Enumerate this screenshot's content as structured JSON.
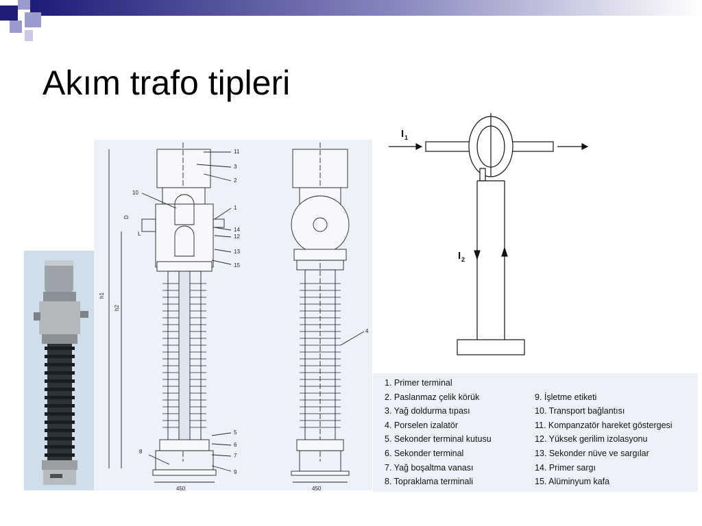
{
  "slide": {
    "title": "Akım trafo tipleri"
  },
  "drawing": {
    "callouts": [
      "11",
      "3",
      "2",
      "10",
      "1",
      "14",
      "12",
      "13",
      "15",
      "4",
      "5",
      "6",
      "7",
      "8",
      "9"
    ],
    "dims": {
      "h1": "h1",
      "h2": "h2",
      "D": "D",
      "L": "L",
      "width_left": "450",
      "width_right": "450"
    }
  },
  "schematic": {
    "i1": "I",
    "i1_sub": "1",
    "i2": "I",
    "i2_sub": "2"
  },
  "legend": {
    "col1": [
      "1. Primer terminal",
      "2. Paslanmaz çelik körük",
      "3. Yağ doldurma tıpası",
      "4. Porselen izalatör",
      "5. Sekonder terminal kutusu",
      "6. Sekonder terminal",
      "7. Yağ boşaltma vanası",
      "8. Topraklama terminali"
    ],
    "col2": [
      "",
      "9. İşletme etiketi",
      "10. Transport bağlantısı",
      "11. Kompanzatör hareket göstergesi",
      "12. Yüksek gerilim izolasyonu",
      "13. Sekonder nüve ve sargılar",
      "14. Primer sargı",
      "15. Alüminyum kafa"
    ]
  },
  "colors": {
    "accent": "#1f1f7a",
    "deco_light": "#9a9acd"
  }
}
